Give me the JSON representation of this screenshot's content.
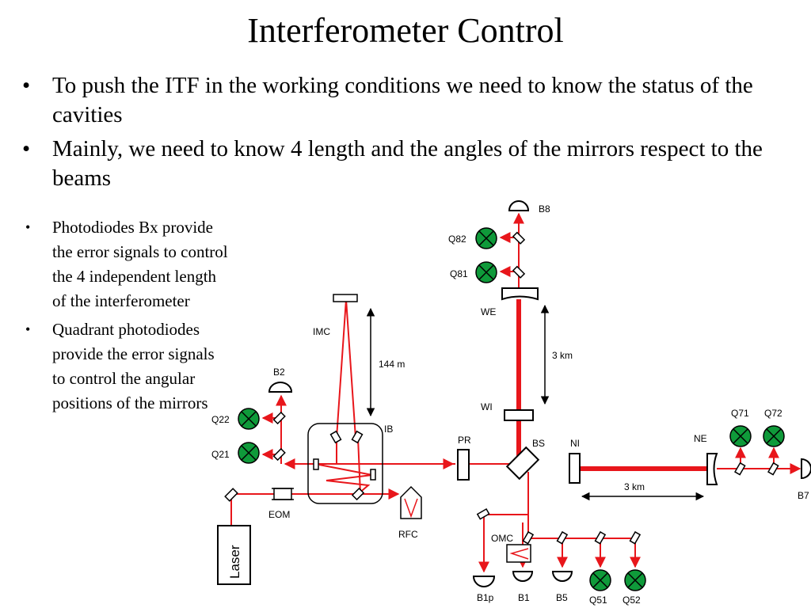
{
  "title": "Interferometer Control",
  "bullets": [
    "To push the ITF in the working conditions we need to know the status of the cavities",
    "Mainly, we need to know 4 length and the angles of the mirrors respect to the beams"
  ],
  "sub_bullets": [
    "Photodiodes Bx provide the error signals to control the 4 independent length of the interferometer",
    "Quadrant photodiodes provide the error signals to control the angular positions of the mirrors"
  ],
  "diagram": {
    "labels": {
      "b8": "B8",
      "q82": "Q82",
      "q81": "Q81",
      "we": "WE",
      "arm_north": "3 km",
      "wi": "WI",
      "imc": "IMC",
      "imc_length": "144 m",
      "ib": "IB",
      "b2": "B2",
      "q22": "Q22",
      "q21": "Q21",
      "pr": "PR",
      "bs": "BS",
      "ni": "NI",
      "ne": "NE",
      "q71": "Q71",
      "q72": "Q72",
      "b7": "B7",
      "arm_west": "3 km",
      "eom": "EOM",
      "rfc": "RFC",
      "laser": "Laser",
      "omc": "OMC",
      "b1p": "B1p",
      "b1": "B1",
      "b5": "B5",
      "q51": "Q51",
      "q52": "Q52"
    },
    "colors": {
      "beam": "#e8161b",
      "quadrant": "#0f9a3a",
      "optics": "#000000"
    }
  }
}
